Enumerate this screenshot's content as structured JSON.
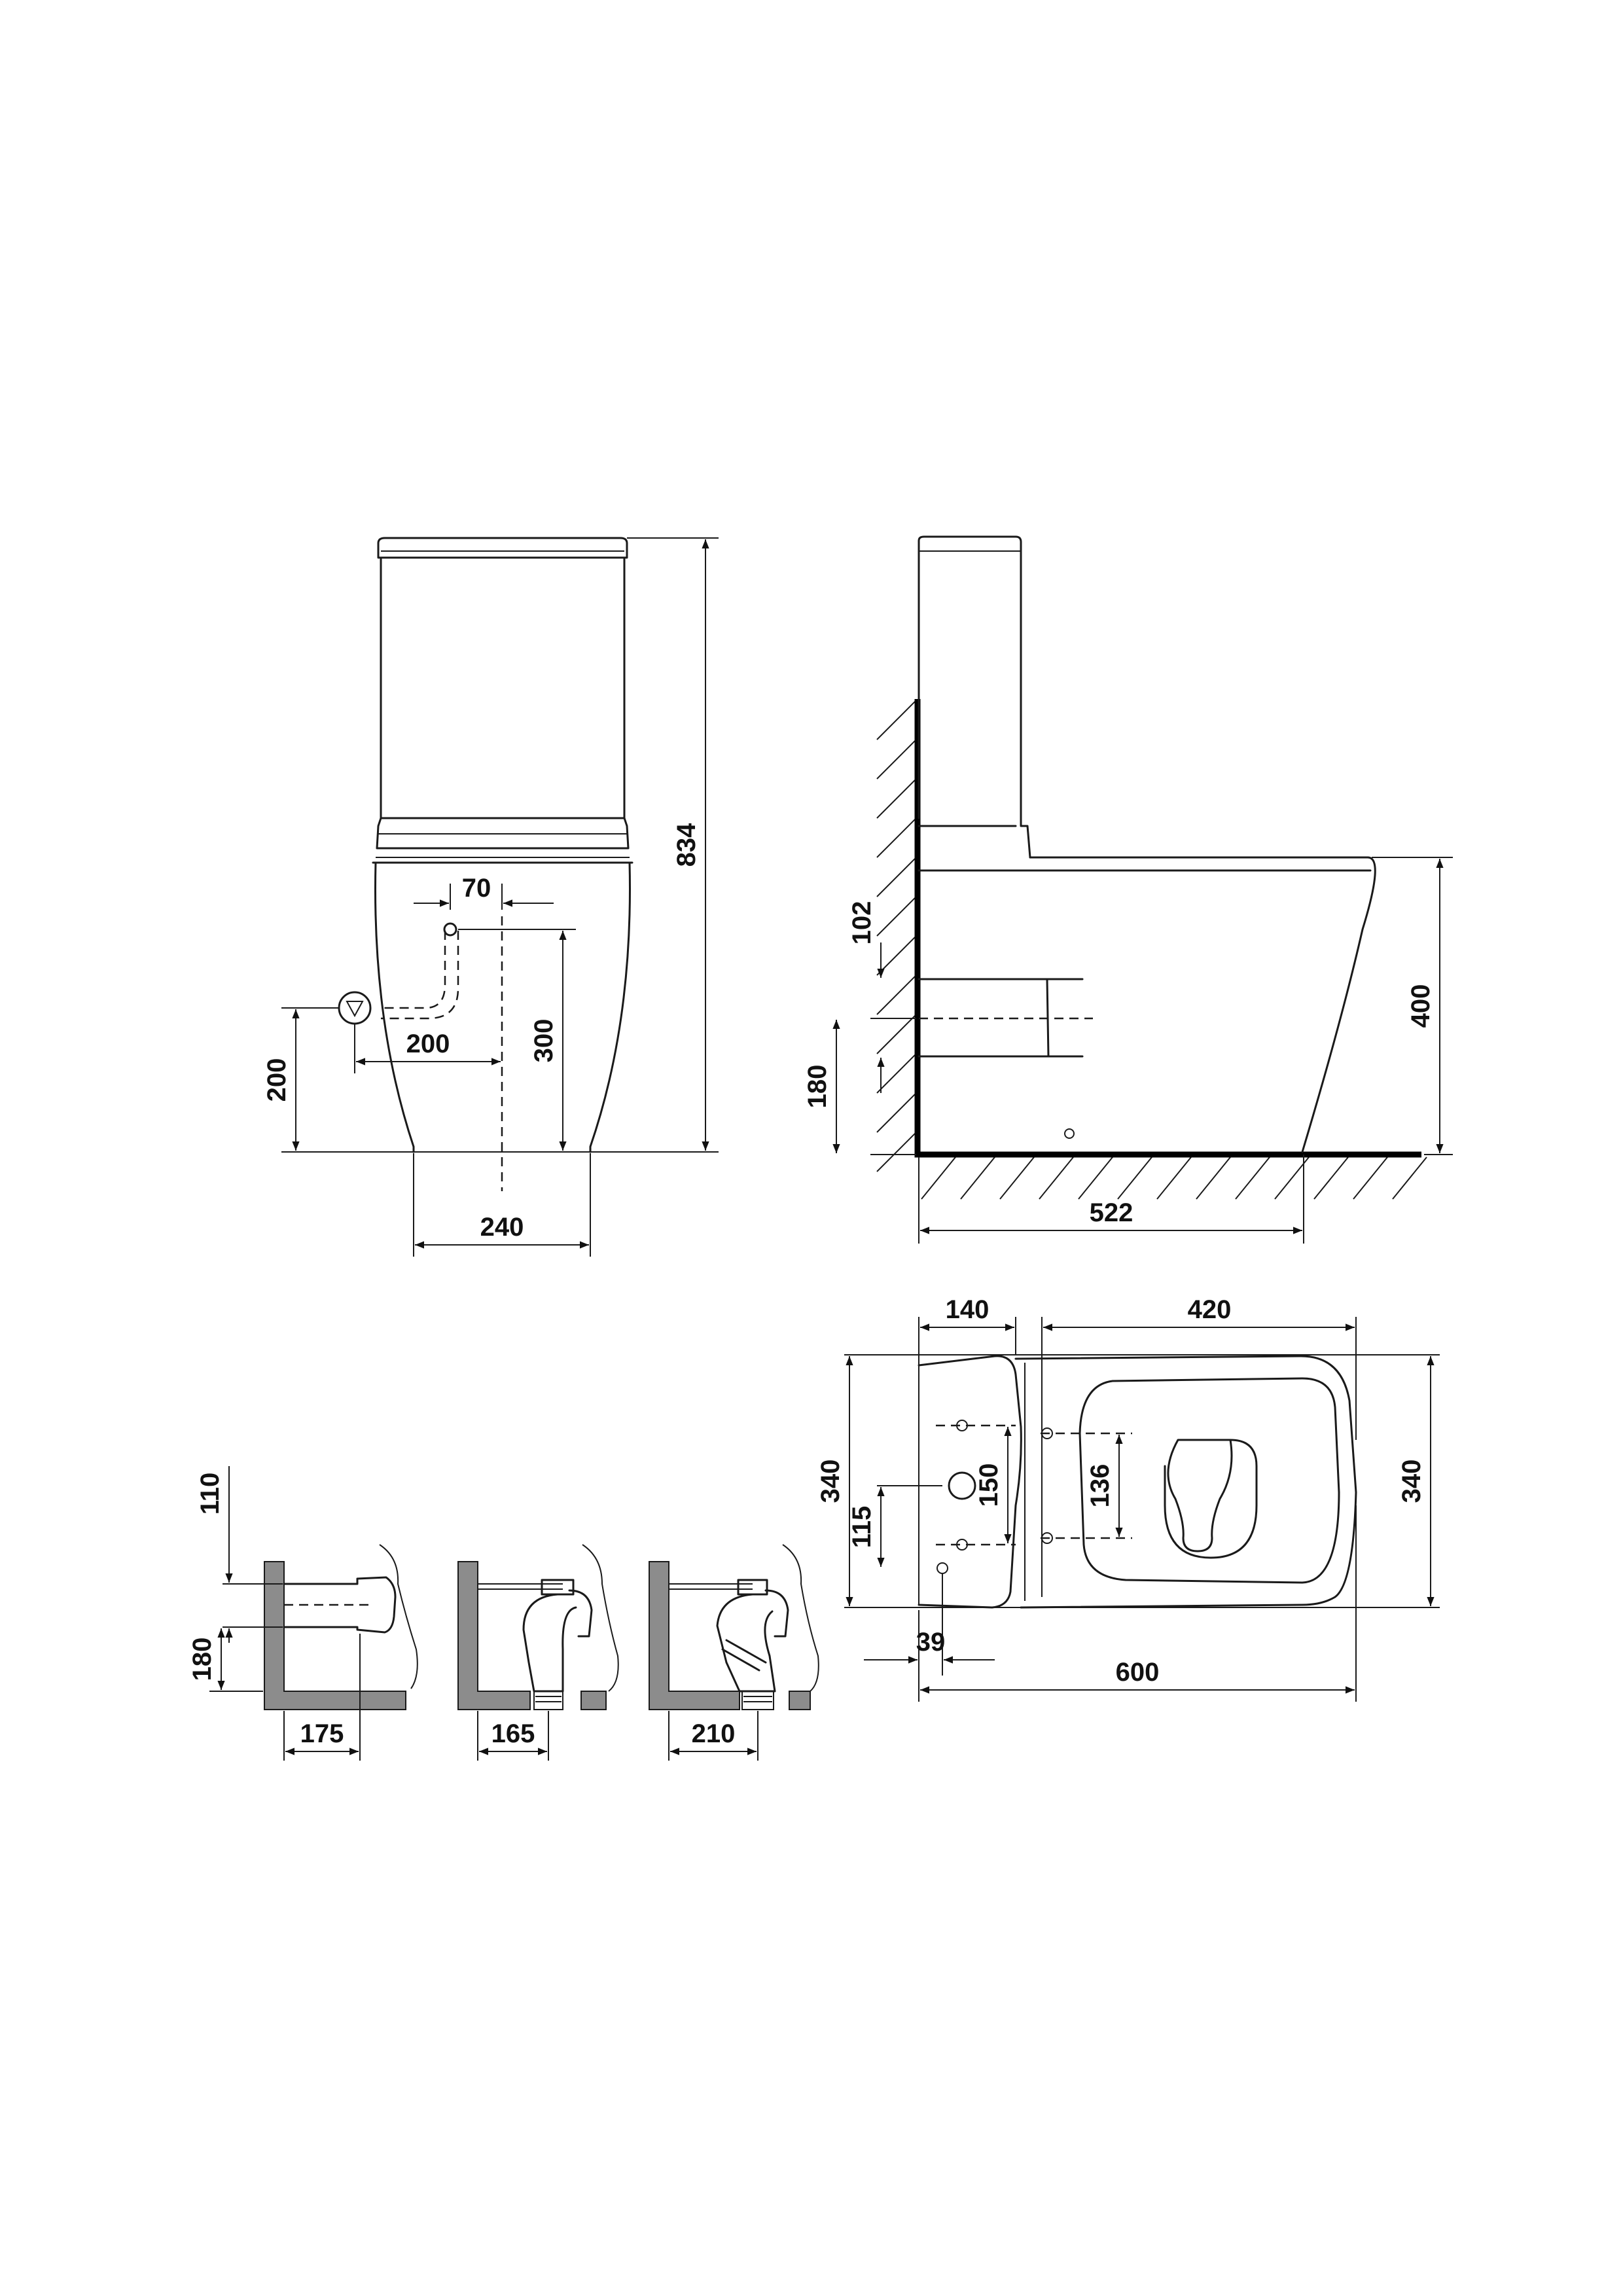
{
  "front_view": {
    "overall_height": "834",
    "pipe_offset": "70",
    "inlet_horizontal": "200",
    "inlet_height": "200",
    "outlet_height": "300",
    "base_width": "240"
  },
  "side_view": {
    "wall_outlet_upper": "102",
    "wall_outlet_lower": "180",
    "rim_height": "400",
    "depth_from_wall": "522"
  },
  "top_view": {
    "tank_depth": "140",
    "bowl_length": "420",
    "width_left": "340",
    "width_right": "340",
    "hole_spacing_tank": "150",
    "hole_offset": "115",
    "seat_hole_spacing": "136",
    "edge_offset": "39",
    "overall_length": "600"
  },
  "install_views": {
    "wall_outlet_height": "110",
    "wall_outlet_low": "180",
    "wall_distance": "175",
    "floor_outlet_a": "165",
    "floor_outlet_b": "210"
  },
  "colors": {
    "line": "#1a1a1a",
    "wall_fill": "#8c8c8c"
  }
}
